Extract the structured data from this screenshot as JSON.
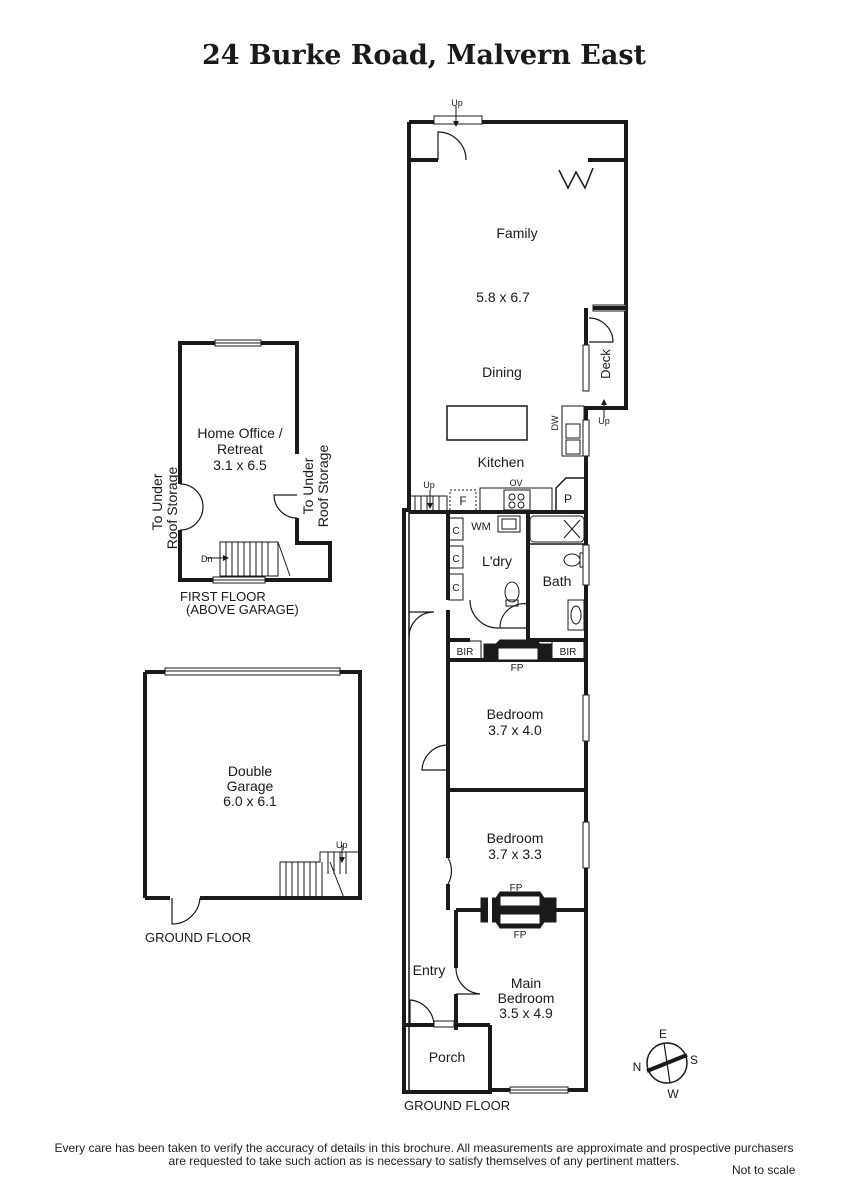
{
  "title": "24 Burke Road, Malvern East",
  "floors": {
    "first_floor_line1": "FIRST FLOOR",
    "first_floor_line2": "(ABOVE GARAGE)",
    "garage_ground": "GROUND FLOOR",
    "house_ground": "GROUND FLOOR"
  },
  "rooms": {
    "family": {
      "name": "Family",
      "size": "5.8 x 6.7"
    },
    "dining": "Dining",
    "deck": "Deck",
    "kitchen": "Kitchen",
    "laundry": "L'dry",
    "bath": "Bath",
    "bedroom1": {
      "name": "Bedroom",
      "size": "3.7 x 4.0"
    },
    "bedroom2": {
      "name": "Bedroom",
      "size": "3.7 x 3.3"
    },
    "main_bedroom": {
      "line1": "Main",
      "line2": "Bedroom",
      "size": "3.5 x 4.9"
    },
    "entry": "Entry",
    "porch": "Porch",
    "home_office": {
      "line1": "Home Office /",
      "line2": "Retreat",
      "size": "3.1 x 6.5"
    },
    "garage": {
      "line1": "Double",
      "line2": "Garage",
      "size": "6.0 x 6.1"
    },
    "storage_left": {
      "line1": "To Under",
      "line2": "Roof Storage"
    },
    "storage_right": {
      "line1": "To Under",
      "line2": "Roof Storage"
    }
  },
  "fixtures": {
    "up": "Up",
    "dn": "Dn",
    "dw": "DW",
    "f": "F",
    "ov": "OV",
    "p": "P",
    "wm": "WM",
    "c": "C",
    "bir": "BIR",
    "fp": "FP"
  },
  "compass": {
    "n": "N",
    "e": "E",
    "s": "S",
    "w": "W"
  },
  "disclaimer": {
    "line1": "Every care has been taken to verify the accuracy of details in this brochure.  All measurements are approximate and prospective purchasers",
    "line2": "are requested to take such action as is necessary to satisfy themselves of any pertinent matters."
  },
  "scale_note": "Not to scale",
  "colors": {
    "walls": "#1a1a1a",
    "background": "#ffffff"
  }
}
